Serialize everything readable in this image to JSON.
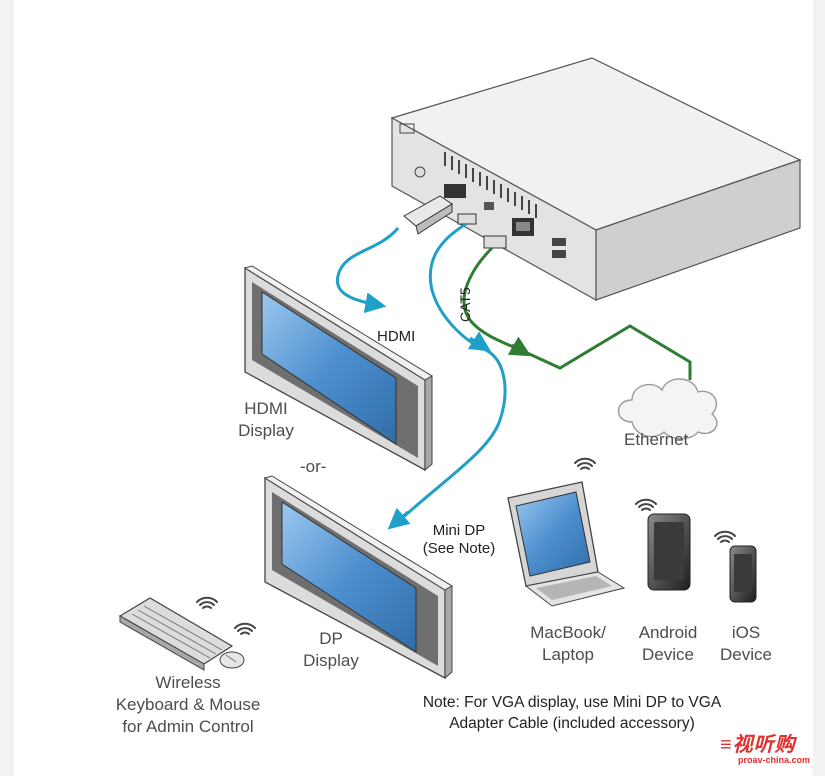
{
  "labels": {
    "hdmi_cable": "HDMI",
    "cat5": "CAT5",
    "hdmi_display_line1": "HDMI",
    "hdmi_display_line2": "Display",
    "or": "-or-",
    "minidp_line1": "Mini DP",
    "minidp_line2": "(See Note)",
    "ethernet": "Ethernet",
    "dp_display_line1": "DP",
    "dp_display_line2": "Display",
    "macbook_line1": "MacBook/",
    "macbook_line2": "Laptop",
    "android_line1": "Android",
    "android_line2": "Device",
    "ios_line1": "iOS",
    "ios_line2": "Device",
    "keyboard_line1": "Wireless",
    "keyboard_line2": "Keyboard & Mouse",
    "keyboard_line3": "for Admin Control"
  },
  "note": {
    "line1": "Note: For VGA display, use Mini DP to VGA",
    "line2": "Adapter Cable (included accessory)"
  },
  "watermark": {
    "logo": "≡视听购",
    "url": "proav-china.com"
  },
  "colors": {
    "hdmi_cable": "#1fa0c8",
    "ethernet_cable": "#2e7d32",
    "device_body": "#e6e6e6",
    "screen": "#3b7fc0"
  }
}
